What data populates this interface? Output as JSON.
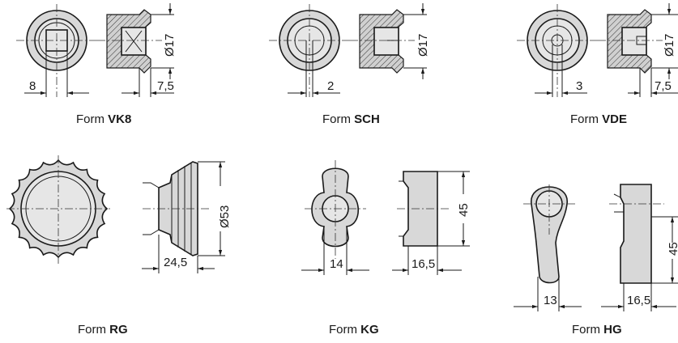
{
  "captions": {
    "vk8": {
      "prefix": "Form ",
      "code": "VK8"
    },
    "sch": {
      "prefix": "Form ",
      "code": "SCH"
    },
    "vde": {
      "prefix": "Form ",
      "code": "VDE"
    },
    "rg": {
      "prefix": "Form ",
      "code": "RG"
    },
    "kg": {
      "prefix": "Form ",
      "code": "KG"
    },
    "hg": {
      "prefix": "Form ",
      "code": "HG"
    }
  },
  "dimensions": {
    "vk8_width": "8",
    "vk8_depth": "7,5",
    "vk8_dia": "Ø17",
    "sch_width": "2",
    "sch_dia": "Ø17",
    "vde_width": "3",
    "vde_depth": "7,5",
    "vde_dia": "Ø17",
    "rg_dia": "Ø53",
    "rg_width": "24,5",
    "kg_height": "45",
    "kg_width_front": "14",
    "kg_width_side": "16,5",
    "hg_height": "45",
    "hg_width_front": "13",
    "hg_width_side": "16,5"
  }
}
